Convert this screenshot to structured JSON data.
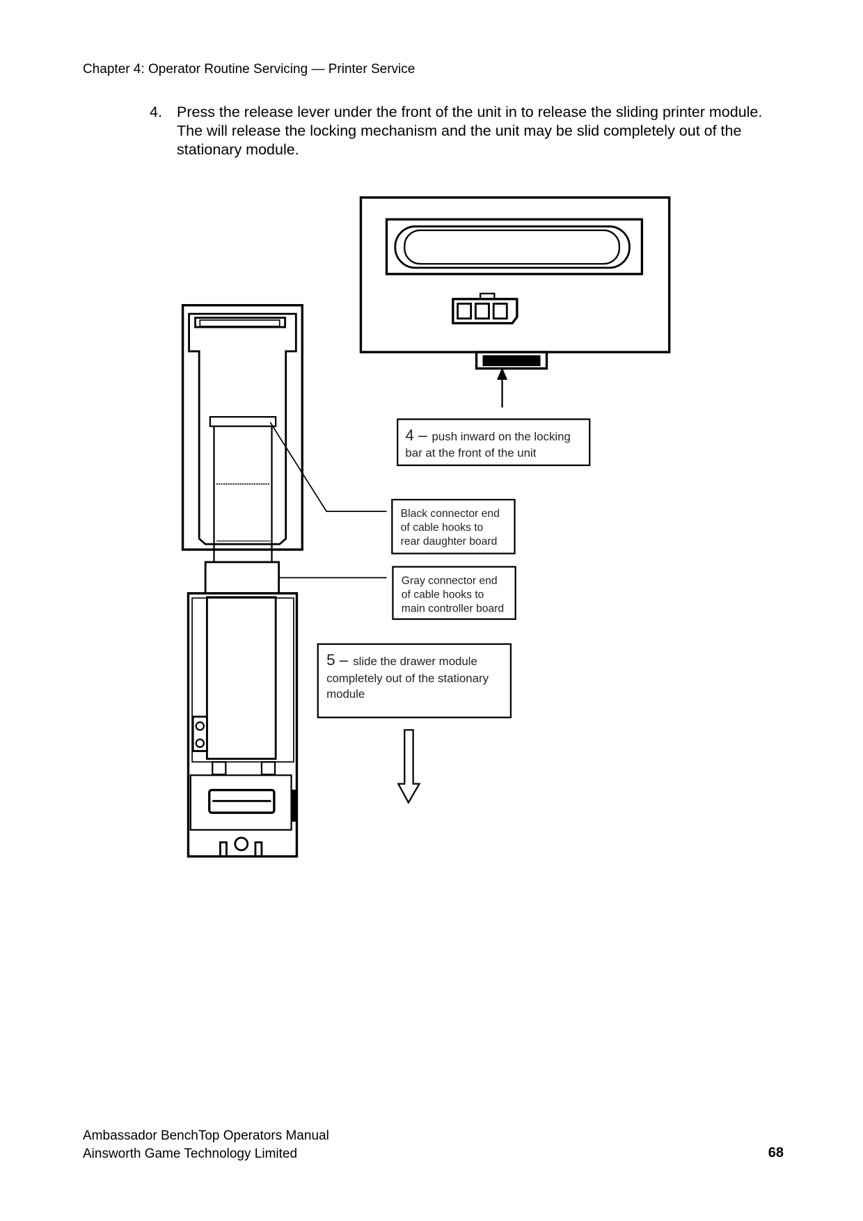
{
  "header": {
    "running_head": "Chapter 4: Operator Routine Servicing — Printer Service"
  },
  "step": {
    "number": "4.",
    "text": "Press the release lever under the front of the unit in to release the sliding printer module. The will release the locking mechanism and the unit may be slid completely out of the stationary module."
  },
  "diagram": {
    "callout_4": {
      "number": "4 –",
      "line1": "push inward on the locking",
      "line2": "bar at the front of the unit"
    },
    "callout_black": {
      "line1": "Black connector end",
      "line2": "of cable hooks to",
      "line3": "rear daughter board"
    },
    "callout_gray": {
      "line1": "Gray connector end",
      "line2": "of cable hooks to",
      "line3": "main controller board"
    },
    "callout_5": {
      "number": "5 –",
      "line1": "slide the drawer module",
      "line2": "completely out of the stationary",
      "line3": "module"
    }
  },
  "footer": {
    "manual_title": "Ambassador BenchTop Operators Manual",
    "company": "Ainsworth Game Technology Limited",
    "page_number": "68"
  }
}
